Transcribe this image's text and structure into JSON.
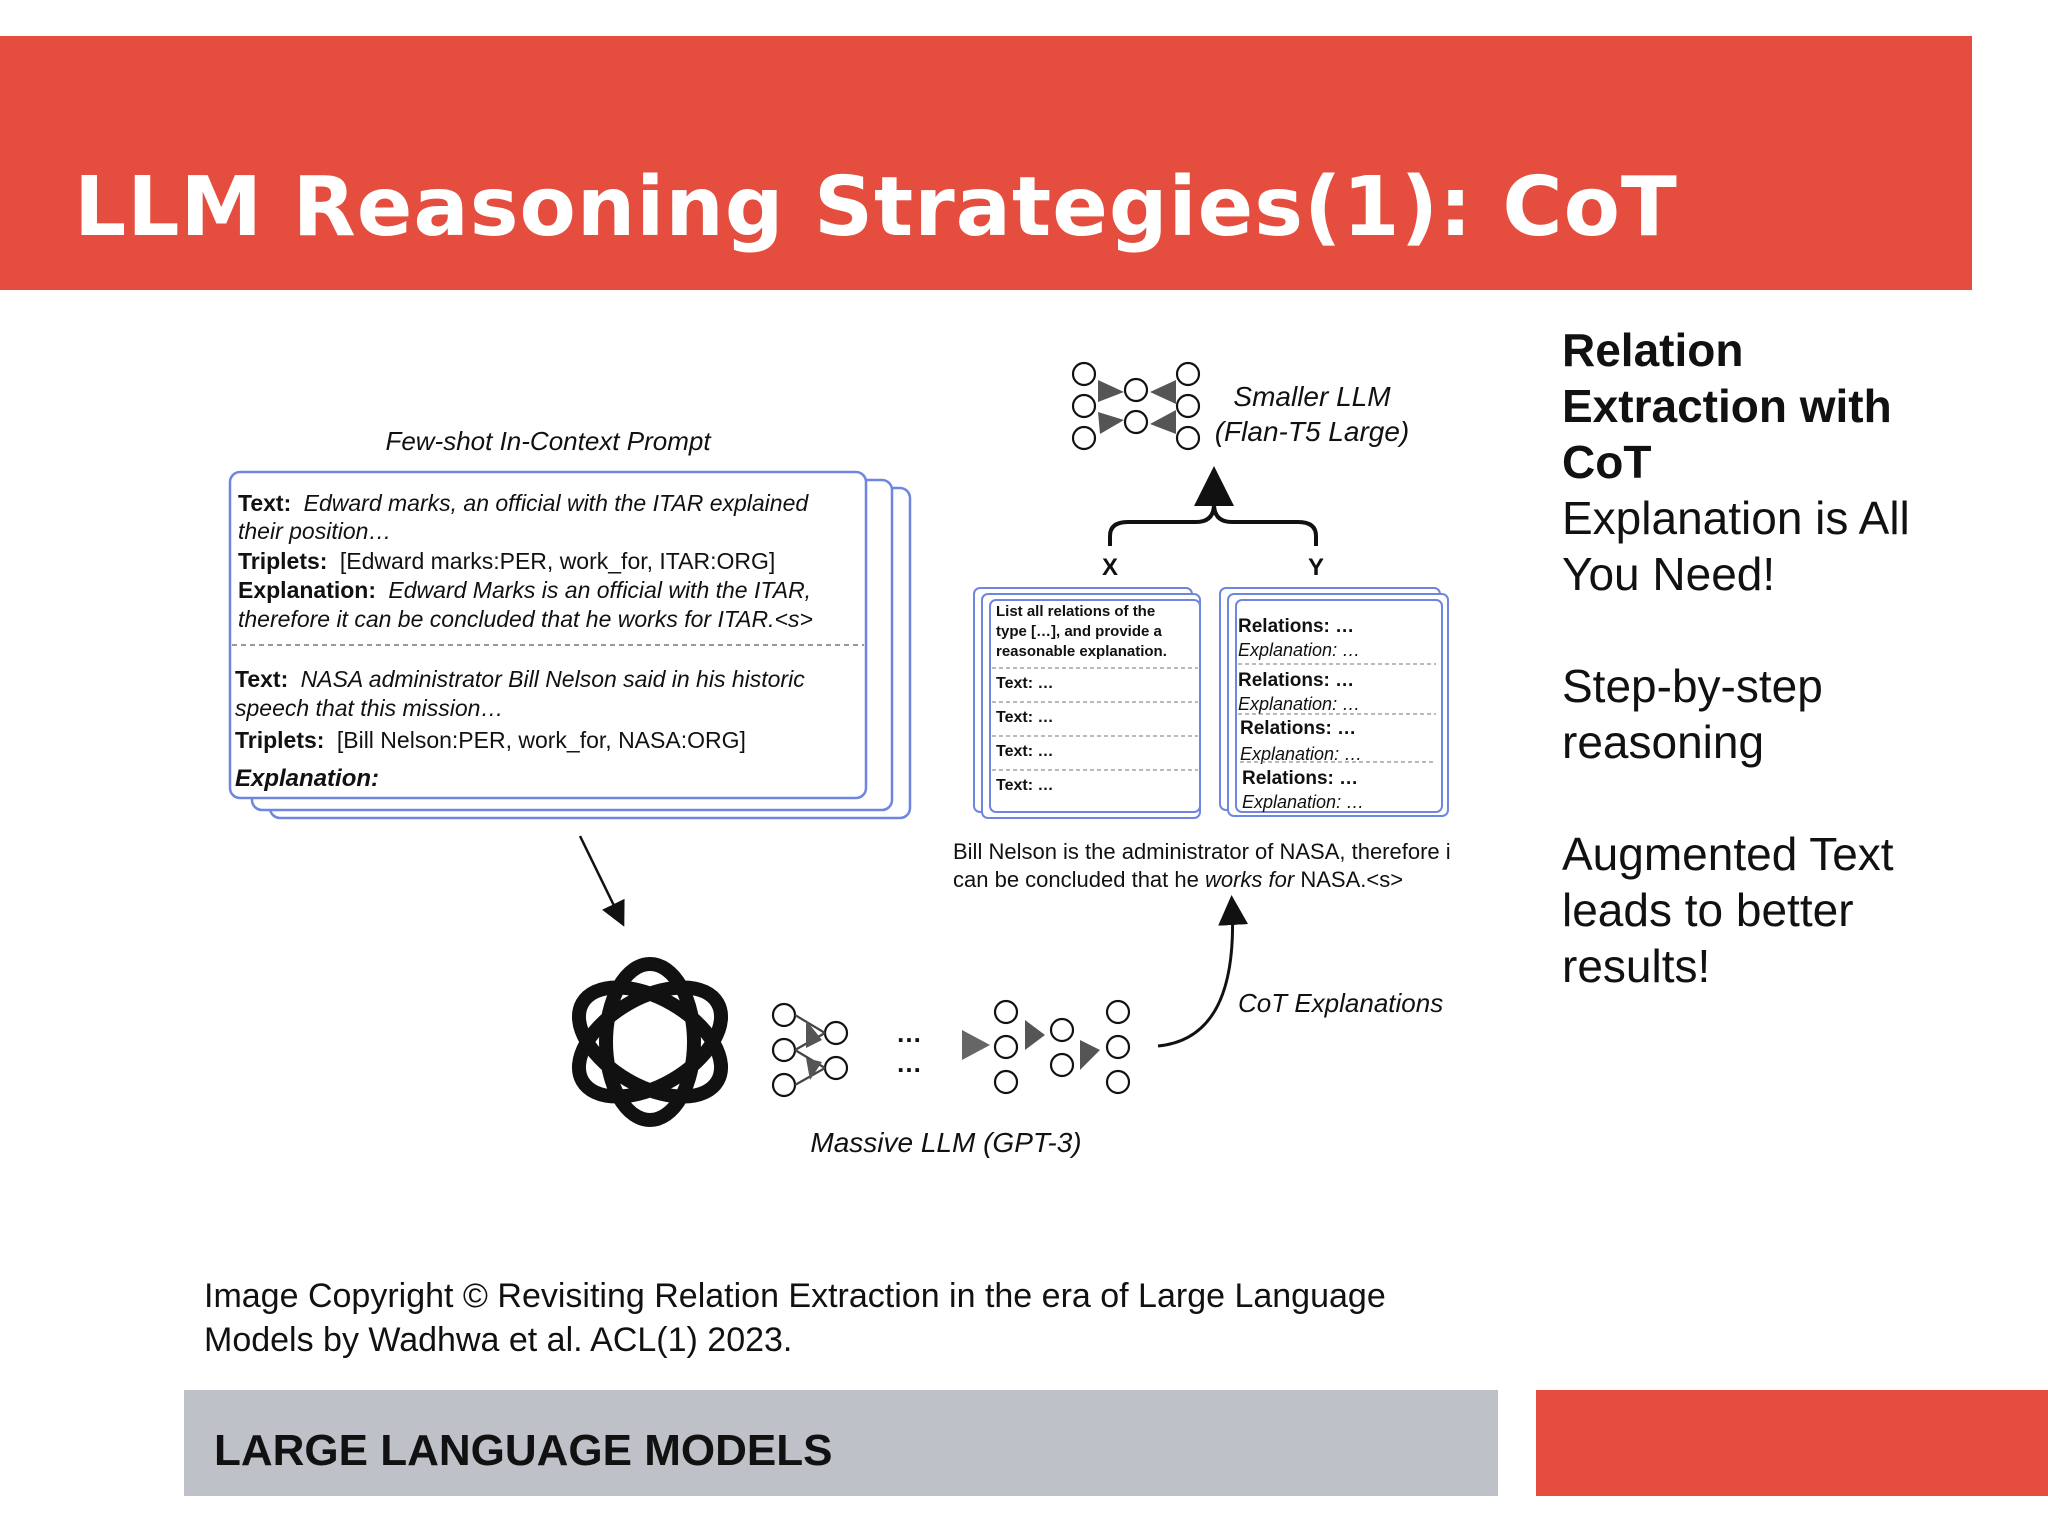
{
  "slide": {
    "title": "LLM Reasoning Strategies(1): CoT",
    "accent_color": "#e54e3f",
    "footer_color": "#bec1c7"
  },
  "figure": {
    "prompt_title": "Few-shot In-Context Prompt",
    "ex1_text_label": "Text:",
    "ex1_text_line1": "Edward marks, an official with the ITAR explained",
    "ex1_text_line2": "their position…",
    "ex1_triplets_label": "Triplets:",
    "ex1_triplets_value": "[Edward marks:PER, work_for, ITAR:ORG]",
    "ex1_explanation_label": "Explanation:",
    "ex1_explanation_line1": "Edward Marks is an official with the ITAR,",
    "ex1_explanation_line2": "therefore it can be concluded that he works for ITAR.<s>",
    "ex2_text_label": "Text:",
    "ex2_text_line1": "NASA administrator Bill Nelson said in his historic",
    "ex2_text_line2": "speech that this mission…",
    "ex2_triplets_label": "Triplets:",
    "ex2_triplets_value": "[Bill Nelson:PER, work_for, NASA:ORG]",
    "ex2_explanation_label": "Explanation:",
    "smaller_llm_line1": "Smaller LLM",
    "smaller_llm_line2": "(Flan-T5 Large)",
    "x_label": "X",
    "y_label": "Y",
    "x_card_instruction_line1": "List all relations of the",
    "x_card_instruction_line2": "type […], and provide a",
    "x_card_instruction_line3": "reasonable explanation.",
    "x_card_text_items": [
      "Text: …",
      "Text: …",
      "Text: …",
      "Text: …"
    ],
    "y_card_relations": [
      "Relations: …",
      "Relations: …",
      "Relations: …",
      "Relations: …"
    ],
    "y_card_explanations": [
      "Explanation: …",
      "Explanation: …",
      "Explanation: …",
      "Explanation: …"
    ],
    "generated_line1": "Bill Nelson is the administrator of NASA, therefore i",
    "generated_line2_a": "can be concluded that he ",
    "generated_line2_b": "works for",
    "generated_line2_c": " NASA.<s>",
    "cot_label": "CoT Explanations",
    "massive_llm_label": "Massive LLM (GPT-3)",
    "ellipsis": "…"
  },
  "sidebar": {
    "heading_line1": "Relation",
    "heading_line2": "Extraction with",
    "heading_line3": "CoT",
    "line1": "Explanation is All",
    "line2": "You Need!",
    "line3": "Step-by-step",
    "line4": "reasoning",
    "line5": "Augmented Text",
    "line6": "leads to better",
    "line7": "results!"
  },
  "copyright": {
    "line1": "Image Copyright © Revisiting Relation Extraction in the era of Large Language",
    "line2": "Models by Wadhwa et al. ACL(1) 2023."
  },
  "footer": {
    "label": "LARGE LANGUAGE MODELS"
  }
}
